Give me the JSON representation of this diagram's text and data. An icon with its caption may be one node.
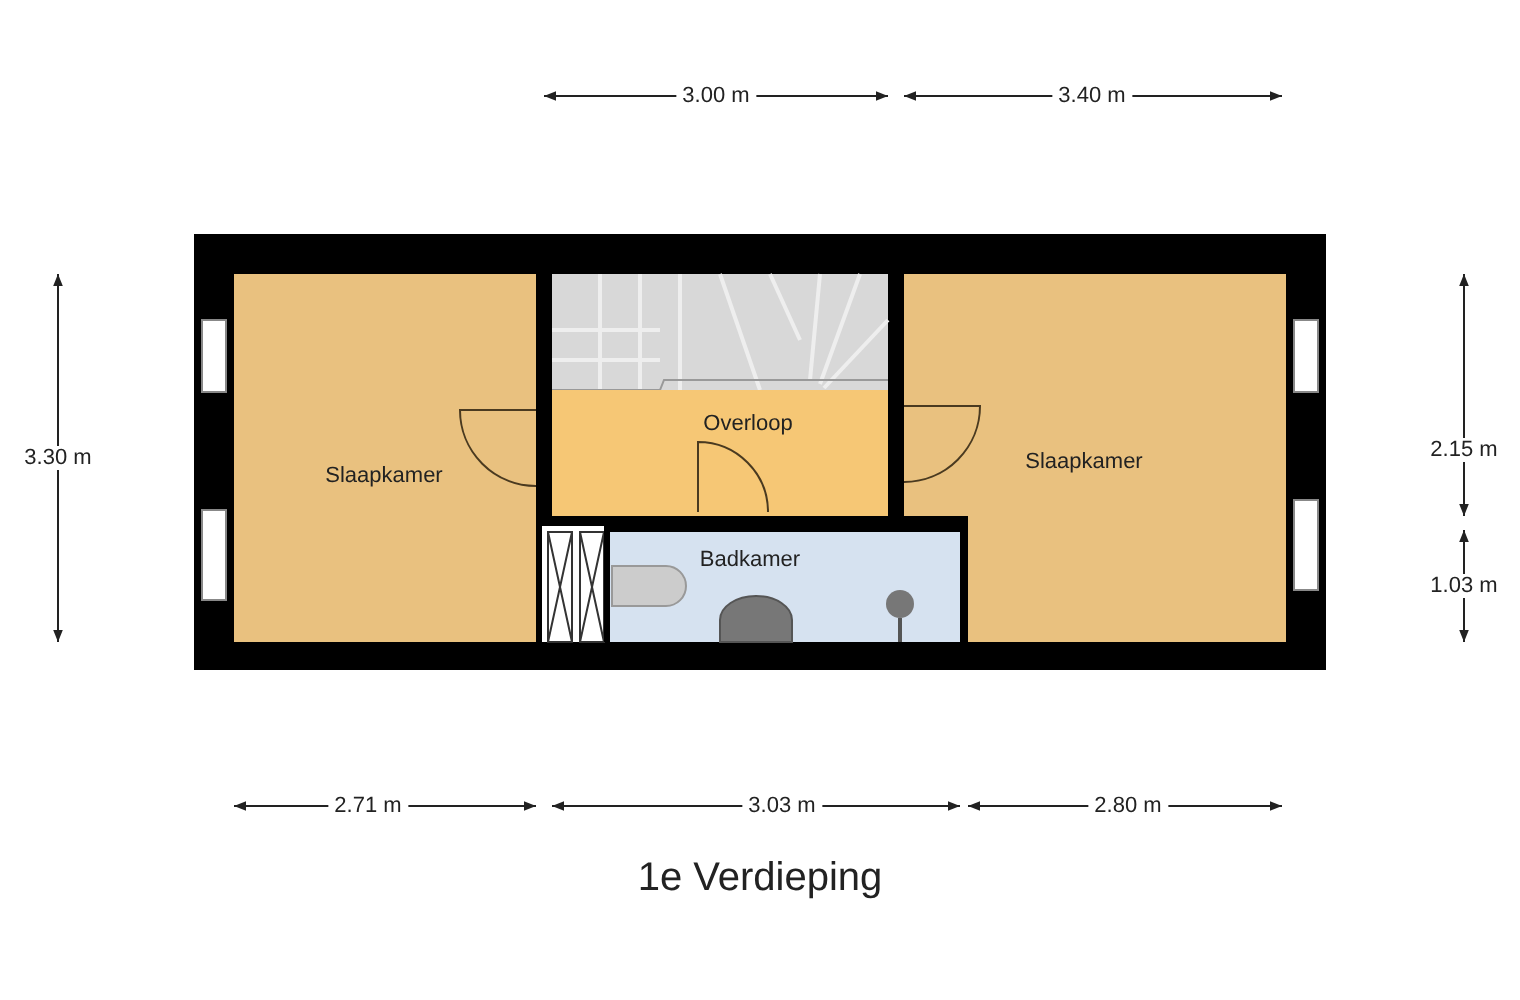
{
  "diagram": {
    "title": "1e Verdieping",
    "nodes": [
      {
        "text": [
          "Slaapkamer"
        ]
      },
      {
        "text": [
          "Overloop"
        ]
      },
      {
        "text": [
          "Slaapkamer"
        ]
      },
      {
        "text": [
          "Badkamer"
        ]
      }
    ],
    "labels": [
      "3.00 m",
      "3.40 m",
      "3.30 m",
      "2.15 m",
      "1.03 m",
      "2.71 m",
      "3.03 m",
      "2.80 m"
    ]
  }
}
